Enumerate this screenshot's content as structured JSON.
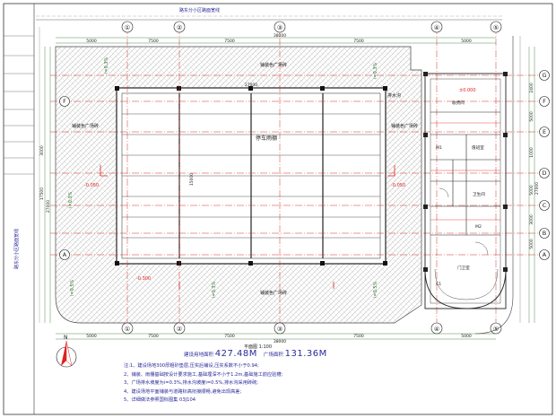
{
  "sheet": {
    "top_label": "路东分小区路面宽线",
    "side_label": "路东分小区路面宽线"
  },
  "grid": {
    "columns": [
      "①",
      "②",
      "③",
      "④",
      "⑤"
    ],
    "rows": [
      "A",
      "B",
      "C",
      "D",
      "E",
      "F",
      "G"
    ]
  },
  "dimensions": {
    "top_total": "38000",
    "top_segments": [
      "5000",
      "7500",
      "7500",
      "7500",
      "5000"
    ],
    "bottom_total": "38000",
    "bottom_segments": [
      "5000",
      "7500",
      "7500",
      "7500",
      "5000"
    ],
    "left_dims": [
      "3000",
      "17500",
      "27000"
    ],
    "right_dims": [
      "2400",
      "5000",
      "1000",
      "5000",
      "3000",
      "5000",
      "27000"
    ],
    "inner_width": "27000",
    "inner_height": "15000"
  },
  "labels": {
    "canopy": "停车雨棚",
    "paving_top": "铺装色广场砖",
    "paving_left": "铺装色广场砖",
    "paving_right": "铺装色广场砖",
    "paving_bottom": "铺装色广场砖",
    "drain": "排水沟",
    "slope_a": "i=0.3%",
    "slope_b": "i=0.5%",
    "elev_a": "-0.050",
    "elev_b": "±0.000",
    "elev_c": "-0.300",
    "room_1": "收费间",
    "room_2": "值班室",
    "room_3": "卫生间",
    "room_4": "门卫室",
    "mark_1": "M1",
    "mark_2": "M2",
    "mark_3": "C1"
  },
  "area": {
    "label_1": "建设用地面积",
    "value_1": "427.48M",
    "label_2": "广场面积",
    "value_2": "131.36M"
  },
  "scale": "平面图 1:100",
  "notes": [
    "注:1、建设场地300厚粗砂垫层,压实后铺设,压实系数不小于0.94;",
    "2、铺装、雨棚基础按设计要求施工,基础埋深不小于1.2m,基础施工前应验槽;",
    "3、广场排水坡度为i=0.3%,排水沟坡度i=0.5%,排水沟采用砖砌;",
    "4、建设场地平面铺装与道路标高衔接顺畅,避免出现高差;",
    "5、详细做法参照国标图集 03J104"
  ],
  "north": "N",
  "colors": {
    "grid_line": "#d1312a",
    "dim_line": "#2a6a2a",
    "hatch": "#b8b8b8",
    "structure": "#222222",
    "text_blue": "#2a2a9a",
    "accent_red": "#e02020"
  }
}
